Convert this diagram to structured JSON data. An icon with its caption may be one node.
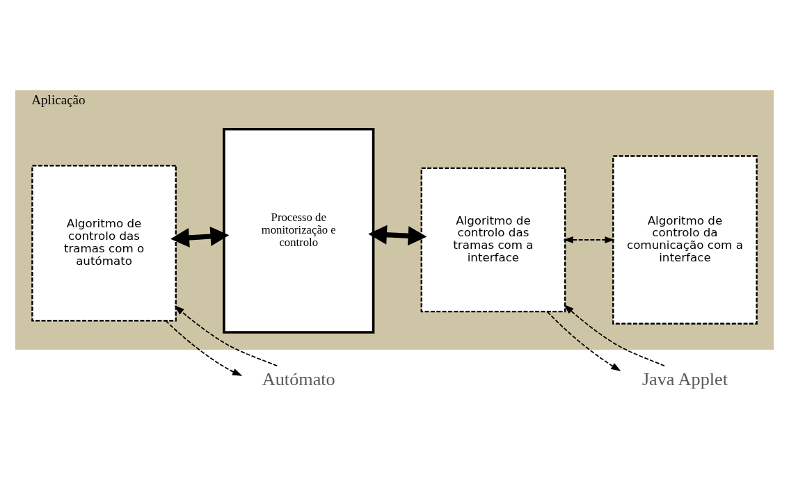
{
  "diagram": {
    "nodes": [
      {
        "text": [
          "Aplicação"
        ]
      },
      {
        "text": [
          "Algoritmo de controlo das tramas com o autómato"
        ],
        "in": 0
      },
      {
        "text": [
          "Processo de monitorização e controlo"
        ],
        "in": 0
      },
      {
        "text": [
          "Algoritmo de controlo das tramas com a interface"
        ],
        "in": 0
      },
      {
        "text": [
          "Algoritmo de controlo da comunicação com a interface"
        ],
        "in": 0
      },
      {
        "text": [
          "Autómato"
        ]
      },
      {
        "text": [
          "Java Applet"
        ]
      }
    ],
    "edges": [
      {
        "from": 1,
        "to": 5,
        "arrow": "to",
        "style": "dashed"
      },
      {
        "from": 5,
        "to": 1,
        "arrow": "to",
        "style": "dashed"
      },
      {
        "from": 1,
        "to": 2,
        "arrow": "both",
        "style": "thick"
      },
      {
        "from": 2,
        "to": 3,
        "arrow": "both",
        "style": "thick"
      },
      {
        "from": 6,
        "to": 3,
        "arrow": "to",
        "style": "dashed"
      },
      {
        "from": 3,
        "to": 6,
        "arrow": "to",
        "style": "dashed"
      },
      {
        "from": 3,
        "to": 4,
        "arrow": "both",
        "style": "dashed"
      }
    ]
  }
}
